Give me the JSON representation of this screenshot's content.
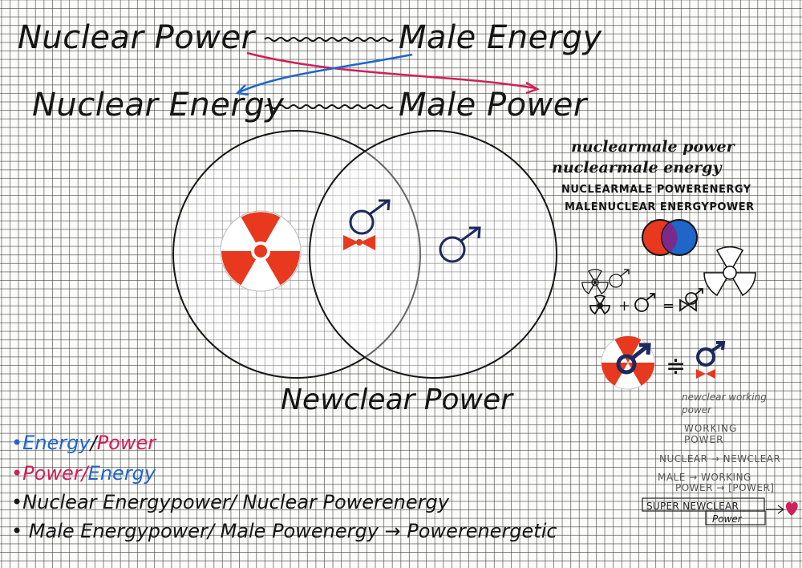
{
  "title": {
    "top_left": "Nuclear Power",
    "top_right": "Male Energy",
    "bottom_left": "Nuclear Energy",
    "bottom_right": "Male Power"
  },
  "center_caption": "Newclear Power",
  "right_notes": {
    "line1": "nuclearmale power",
    "line2": "nuclearmale energy",
    "line3": "NUCLEARMALE POWERENERGY",
    "line4": "MALENUCLEAR ENERGYPOWER"
  },
  "pencil_notes": {
    "line1": "newclear working",
    "line2": "power",
    "line3": "WORKING",
    "line4": "POWER",
    "line5": "NUCLEAR → NEWCLEAR",
    "line6": "MALE → WORKING",
    "line7": "POWER → [POWER]",
    "line8": "SUPER NEWCLEAR",
    "line9": "Power"
  },
  "legend": {
    "item1": {
      "bullet": "•",
      "a": "Energy",
      "sep": "/",
      "b": "Power"
    },
    "item2": {
      "bullet": "•",
      "a": "Power",
      "sep": "/",
      "b": "Energy"
    },
    "item3": "•Nuclear Energypower/ Nuclear Powerenergy",
    "item4": "• Male Energypower/ Male Powenergy → Powerenergetic"
  },
  "equation_symbols": {
    "plus": "+",
    "equals": "=",
    "approx": "≑"
  },
  "colors": {
    "red": "#e8381e",
    "blue": "#1f66c9",
    "pink": "#d21e5a",
    "navy": "#1c2a5c",
    "ink": "#151515"
  },
  "icons": [
    "radiation-trefoil-icon",
    "male-symbol-icon",
    "bow-tie-icon",
    "heart-icon",
    "venn-diagram-icon"
  ]
}
